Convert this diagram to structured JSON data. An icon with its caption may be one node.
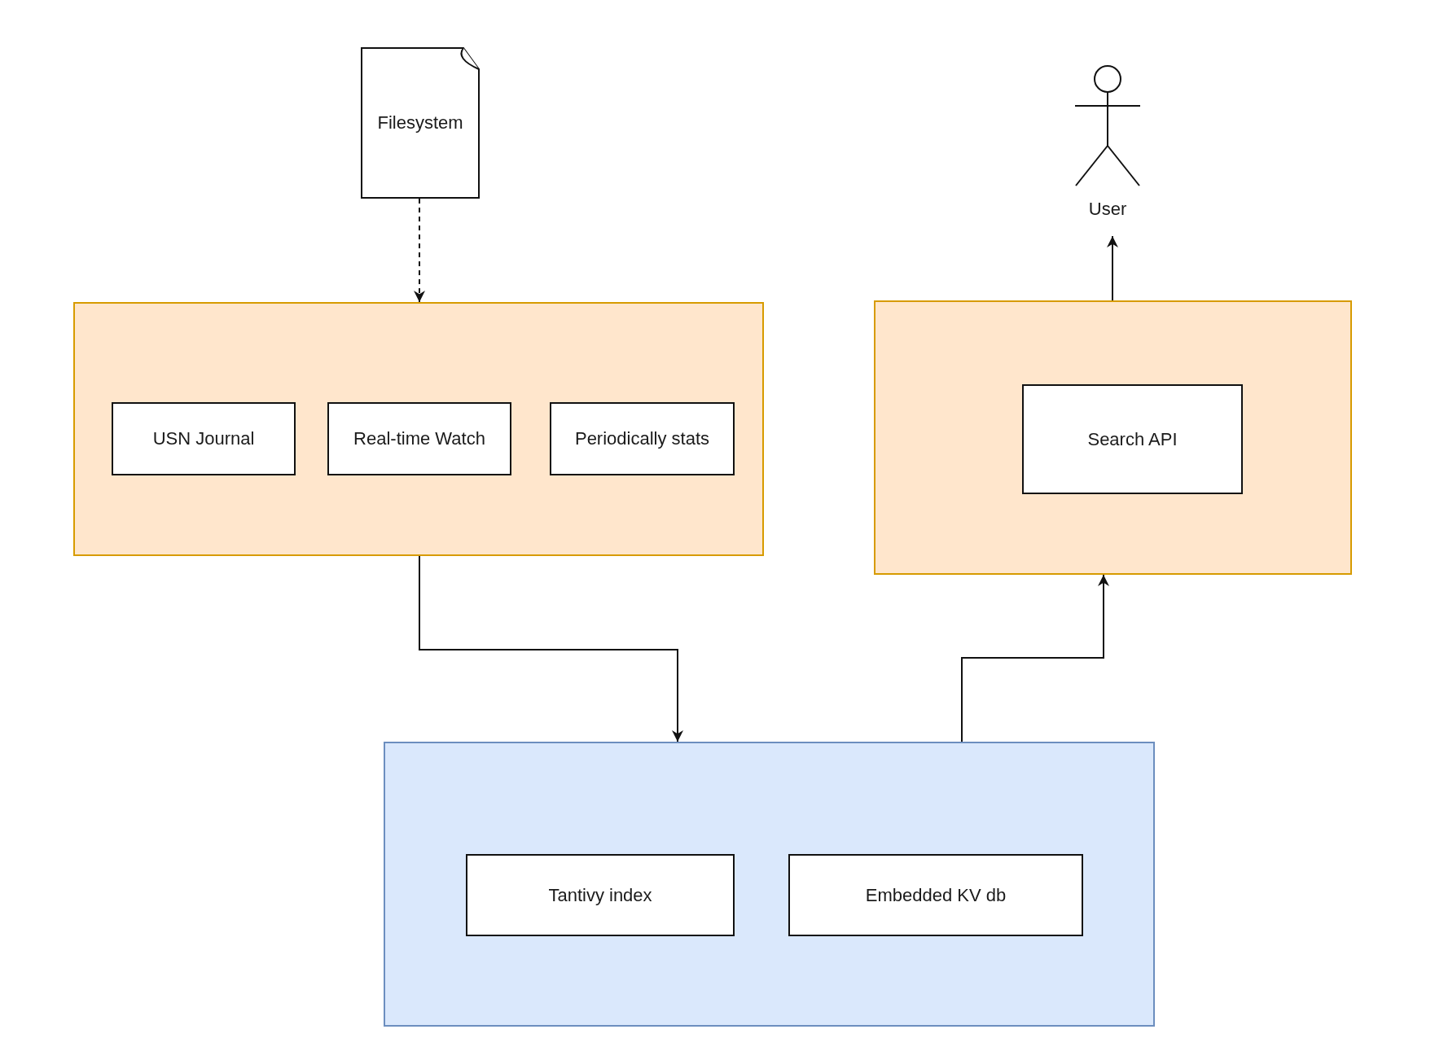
{
  "diagram": {
    "nodes": [
      {
        "text": [
          "Filesystem"
        ]
      },
      {
        "text": [],
        "shape": "box"
      },
      {
        "text": [
          "USN Journal"
        ],
        "in": 1
      },
      {
        "text": [
          "Real-time Watch"
        ],
        "in": 1
      },
      {
        "text": [
          "Periodically stats"
        ],
        "in": 1
      },
      {
        "text": [],
        "shape": "box"
      },
      {
        "text": [
          "Search API"
        ],
        "in": 5
      },
      {
        "text": [
          "User"
        ]
      },
      {
        "text": [],
        "shape": "box"
      },
      {
        "text": [
          "Tantivy index"
        ],
        "in": 8
      },
      {
        "text": [
          "Embedded KV db"
        ],
        "in": 8
      }
    ],
    "edges": [
      {
        "from": 0,
        "to": 1,
        "arrow": "to",
        "style": "dashed"
      },
      {
        "from": 1,
        "to": 8,
        "arrow": "to"
      },
      {
        "from": 8,
        "to": 5,
        "arrow": "to"
      },
      {
        "from": 5,
        "to": 7,
        "arrow": "to"
      }
    ]
  }
}
